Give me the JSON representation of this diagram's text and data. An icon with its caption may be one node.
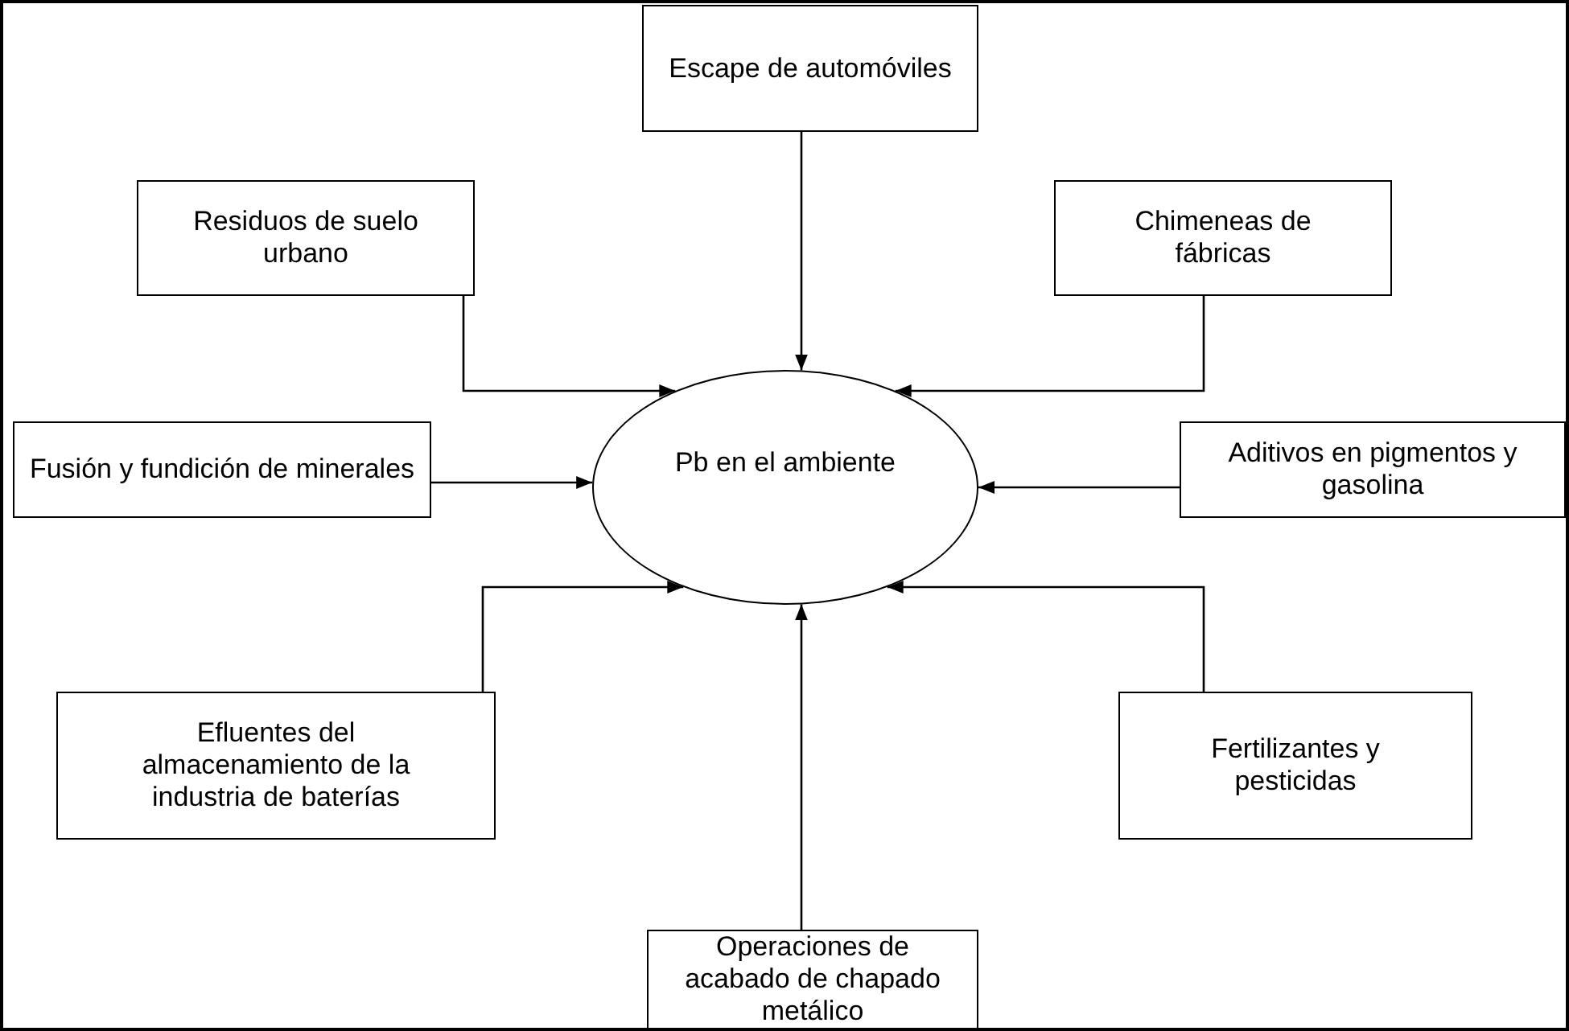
{
  "diagram": {
    "nodes": [
      {
        "text": [
          "Pb en el ambiente"
        ]
      },
      {
        "text": [
          "Escape de automóviles"
        ]
      },
      {
        "text": [
          "Residuos de suelo urbano"
        ]
      },
      {
        "text": [
          "Chimeneas de fábricas"
        ]
      },
      {
        "text": [
          "Fusión y fundición de minerales"
        ]
      },
      {
        "text": [
          "Aditivos en pigmentos y gasolina"
        ]
      },
      {
        "text": [
          "Efluentes del almacenamiento de la industria de baterías"
        ]
      },
      {
        "text": [
          "Fertilizantes y pesticidas"
        ]
      },
      {
        "text": [
          "Operaciones de acabado de chapado metálico"
        ]
      }
    ],
    "edges": [
      {
        "from": 1,
        "to": 0,
        "arrow": "to"
      },
      {
        "from": 2,
        "to": 0,
        "arrow": "to"
      },
      {
        "from": 3,
        "to": 0,
        "arrow": "to"
      },
      {
        "from": 4,
        "to": 0,
        "arrow": "to"
      },
      {
        "from": 5,
        "to": 0,
        "arrow": "to"
      },
      {
        "from": 6,
        "to": 0,
        "arrow": "to"
      },
      {
        "from": 7,
        "to": 0,
        "arrow": "to"
      },
      {
        "from": 8,
        "to": 0,
        "arrow": "to"
      }
    ]
  }
}
